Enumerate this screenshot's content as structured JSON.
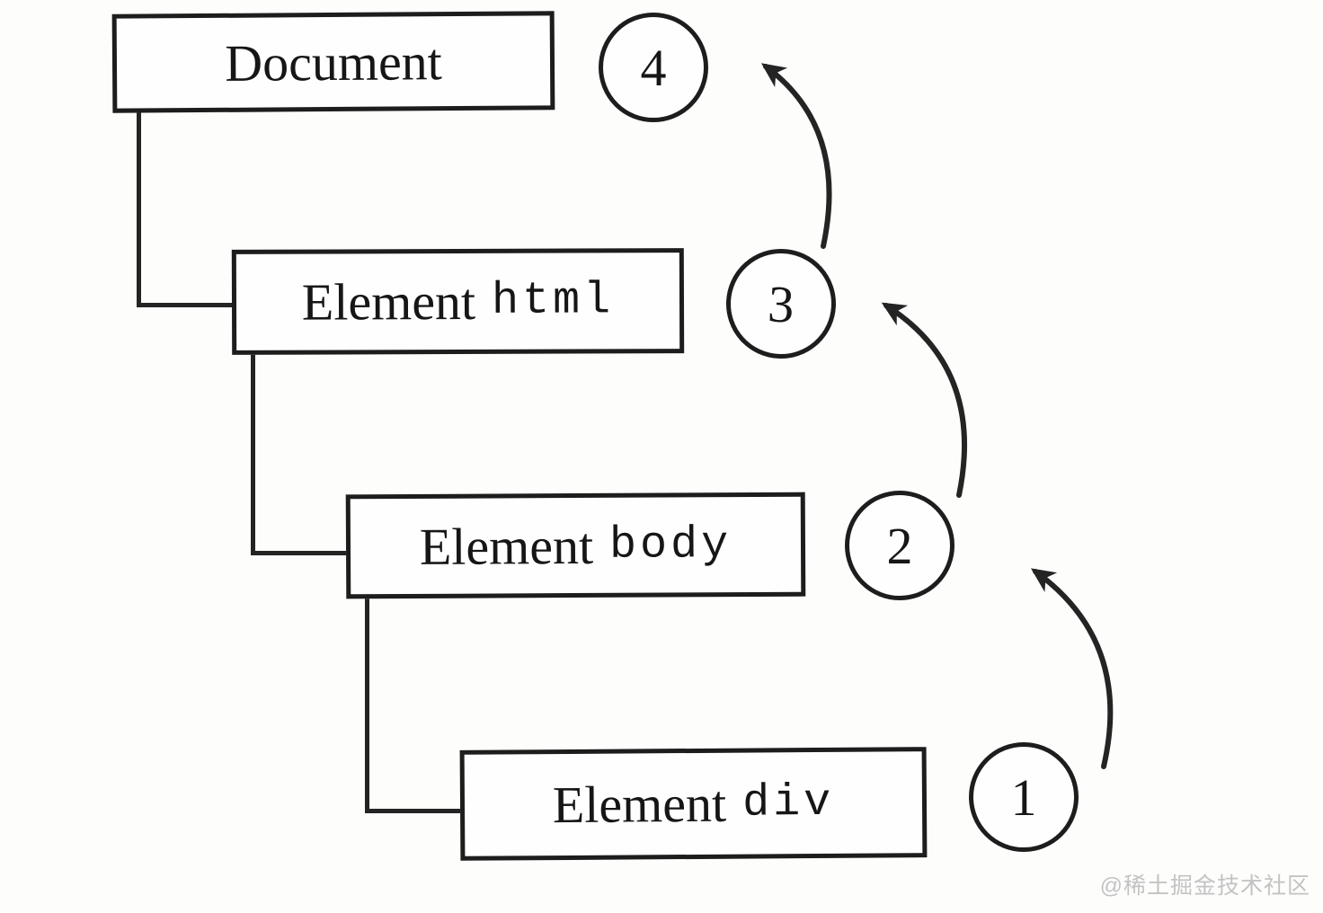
{
  "diagram": {
    "description": "DOM event bubbling order diagram",
    "nodes": [
      {
        "prefix": "Document",
        "tag": "",
        "order": "4"
      },
      {
        "prefix": "Element",
        "tag": "html",
        "order": "3"
      },
      {
        "prefix": "Element",
        "tag": "body",
        "order": "2"
      },
      {
        "prefix": "Element",
        "tag": "div",
        "order": "1"
      }
    ],
    "colors": {
      "stroke": "#1d1d1d",
      "background": "#fdfdfc",
      "watermark": "#c3c3c3"
    },
    "watermark": "@稀土掘金技术社区"
  }
}
